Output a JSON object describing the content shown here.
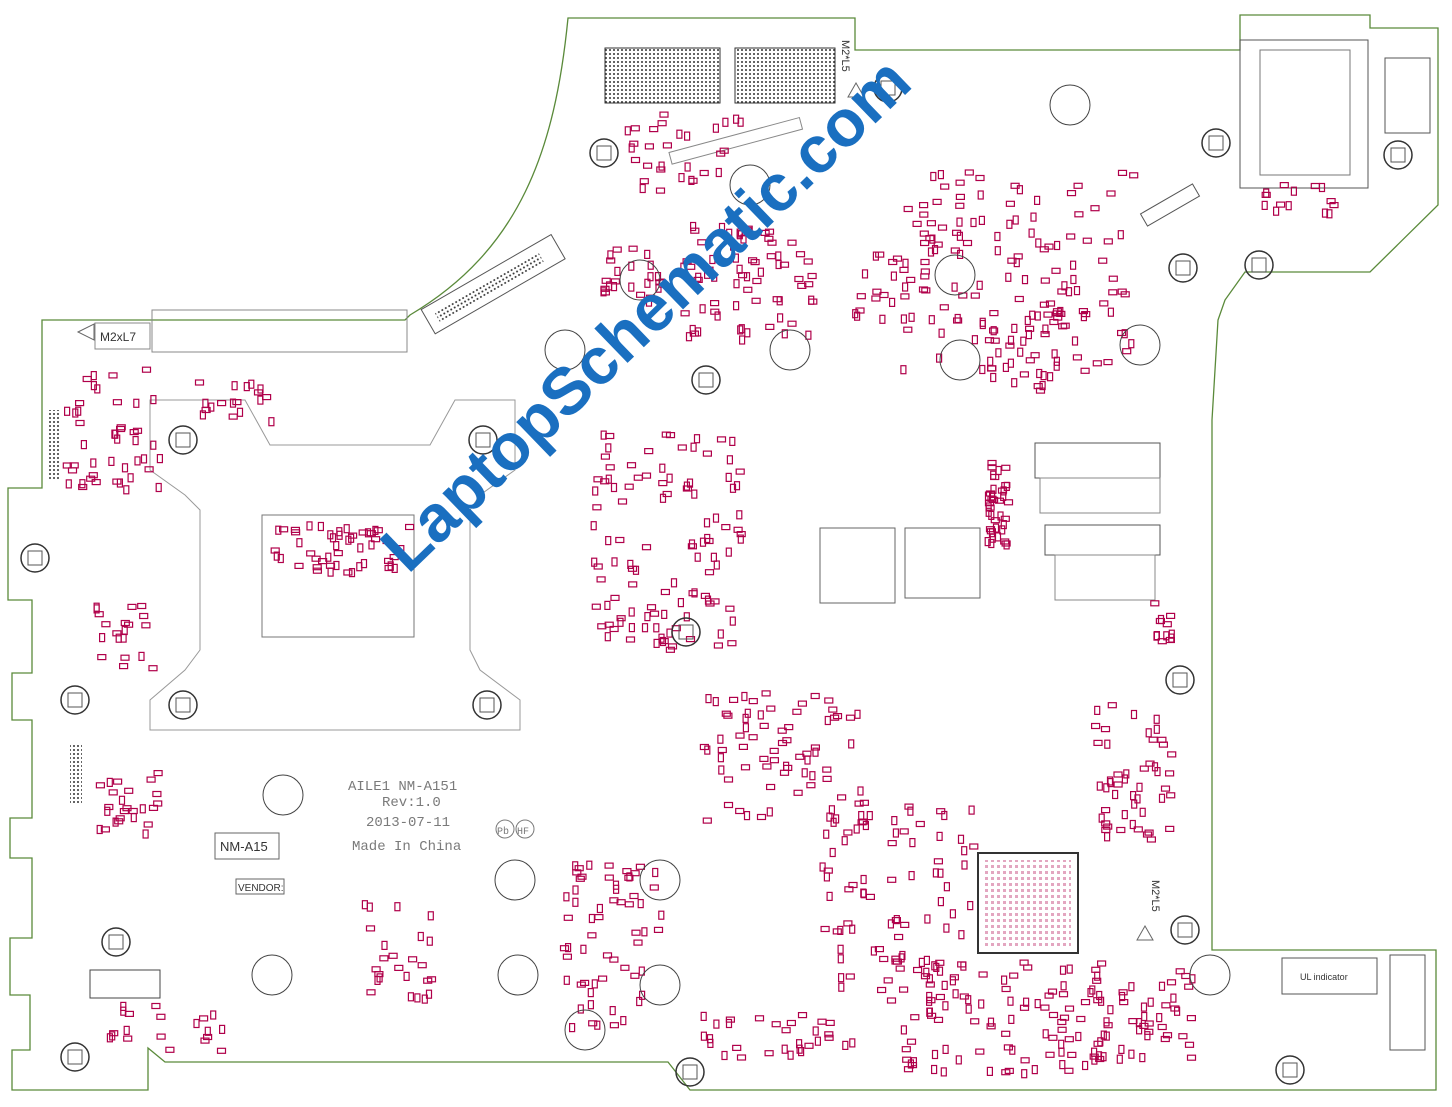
{
  "board": {
    "model_text": "AILE1 NM-A151",
    "revision_text": "Rev:1.0",
    "date_text": "2013-07-11",
    "origin_text": "Made In China",
    "part_label": "NM-A15",
    "vendor_label": "VENDOR:",
    "pb_mark": "Pb",
    "hf_mark": "HF",
    "ul_indicator": "UL indicator",
    "screw_top_left": "M2xL7",
    "screw_top": "M2*L5",
    "screw_right": "M2*L5"
  },
  "watermark": {
    "text": "LaptopSchematic.com",
    "color": "#1a6fc0"
  },
  "colors": {
    "outline": "#5a8a3a",
    "pad": "#b0004a",
    "component": "#444444",
    "silk": "#7a7a7a"
  }
}
